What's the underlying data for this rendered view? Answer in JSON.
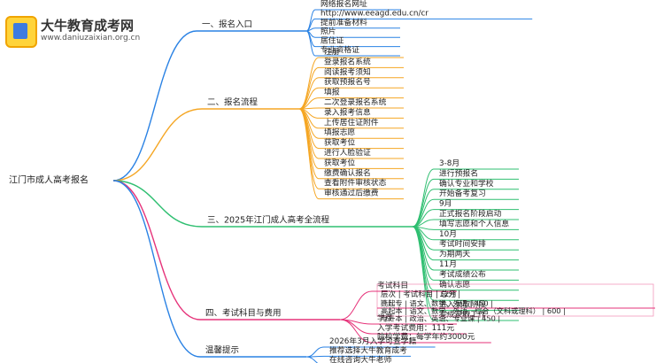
{
  "watermark": {
    "name": "大牛教育成考网",
    "url": "www.daniuzaixian.org.cn"
  },
  "root": "江门市成人高考报名",
  "branches": [
    {
      "label": "一、报名入口",
      "color": "#2a82e4",
      "items": [
        "网络报名网址",
        "http://www.eeagd.edu.cn/cr",
        "提前准备材料",
        "照片",
        "居住证",
        "专业资格证"
      ]
    },
    {
      "label": "二、报名流程",
      "color": "#f5a623",
      "items": [
        "注册",
        "登录报名系统",
        "阅读报考须知",
        "获取预报名号",
        "填报",
        "二次登录报名系统",
        "录入报考信息",
        "上传居住证附件",
        "填报志愿",
        "获取考位",
        "进行人脸验证",
        "获取考位",
        "缴费确认报名",
        "查看附件审核状态",
        "审核通过后缴费"
      ]
    },
    {
      "label": "三、2025年江门成人高考全流程",
      "color": "#2fbf71",
      "items": [
        "3-8月",
        "进行预报名",
        "确认专业和学校",
        "开始备考复习",
        "9月",
        "正式报名阶段启动",
        "填写志愿和个人信息",
        "10月",
        "考试时间安排",
        "为期两天",
        "11月",
        "考试成绩公布",
        "确认志愿",
        "12月",
        "进入录取阶段",
        "完成录取工作"
      ]
    },
    {
      "label": "四、考试科目与费用",
      "color": "#e6337a",
      "items": [
        "考试科目",
        "学费",
        "入学考试费用：111元",
        "院校学费：每学年约3000元"
      ]
    },
    {
      "label": "温馨提示",
      "color": "#2a82e4",
      "items": [
        "2026年3月入学可查学籍",
        "推荐选择大牛教育成考",
        "在线咨询大牛老师"
      ]
    }
  ],
  "subject_table": {
    "header": "层次 | 考试科目 | 总分 |",
    "divider": "|-|-|-|",
    "rows": [
      "高起专 | 语文、数学、外语 | 450 |",
      "高起本 | 语文、数学、外语、综合（文科或理科） | 600 |",
      "专升本 | 政治、英语、专业课 | 450 |"
    ]
  }
}
